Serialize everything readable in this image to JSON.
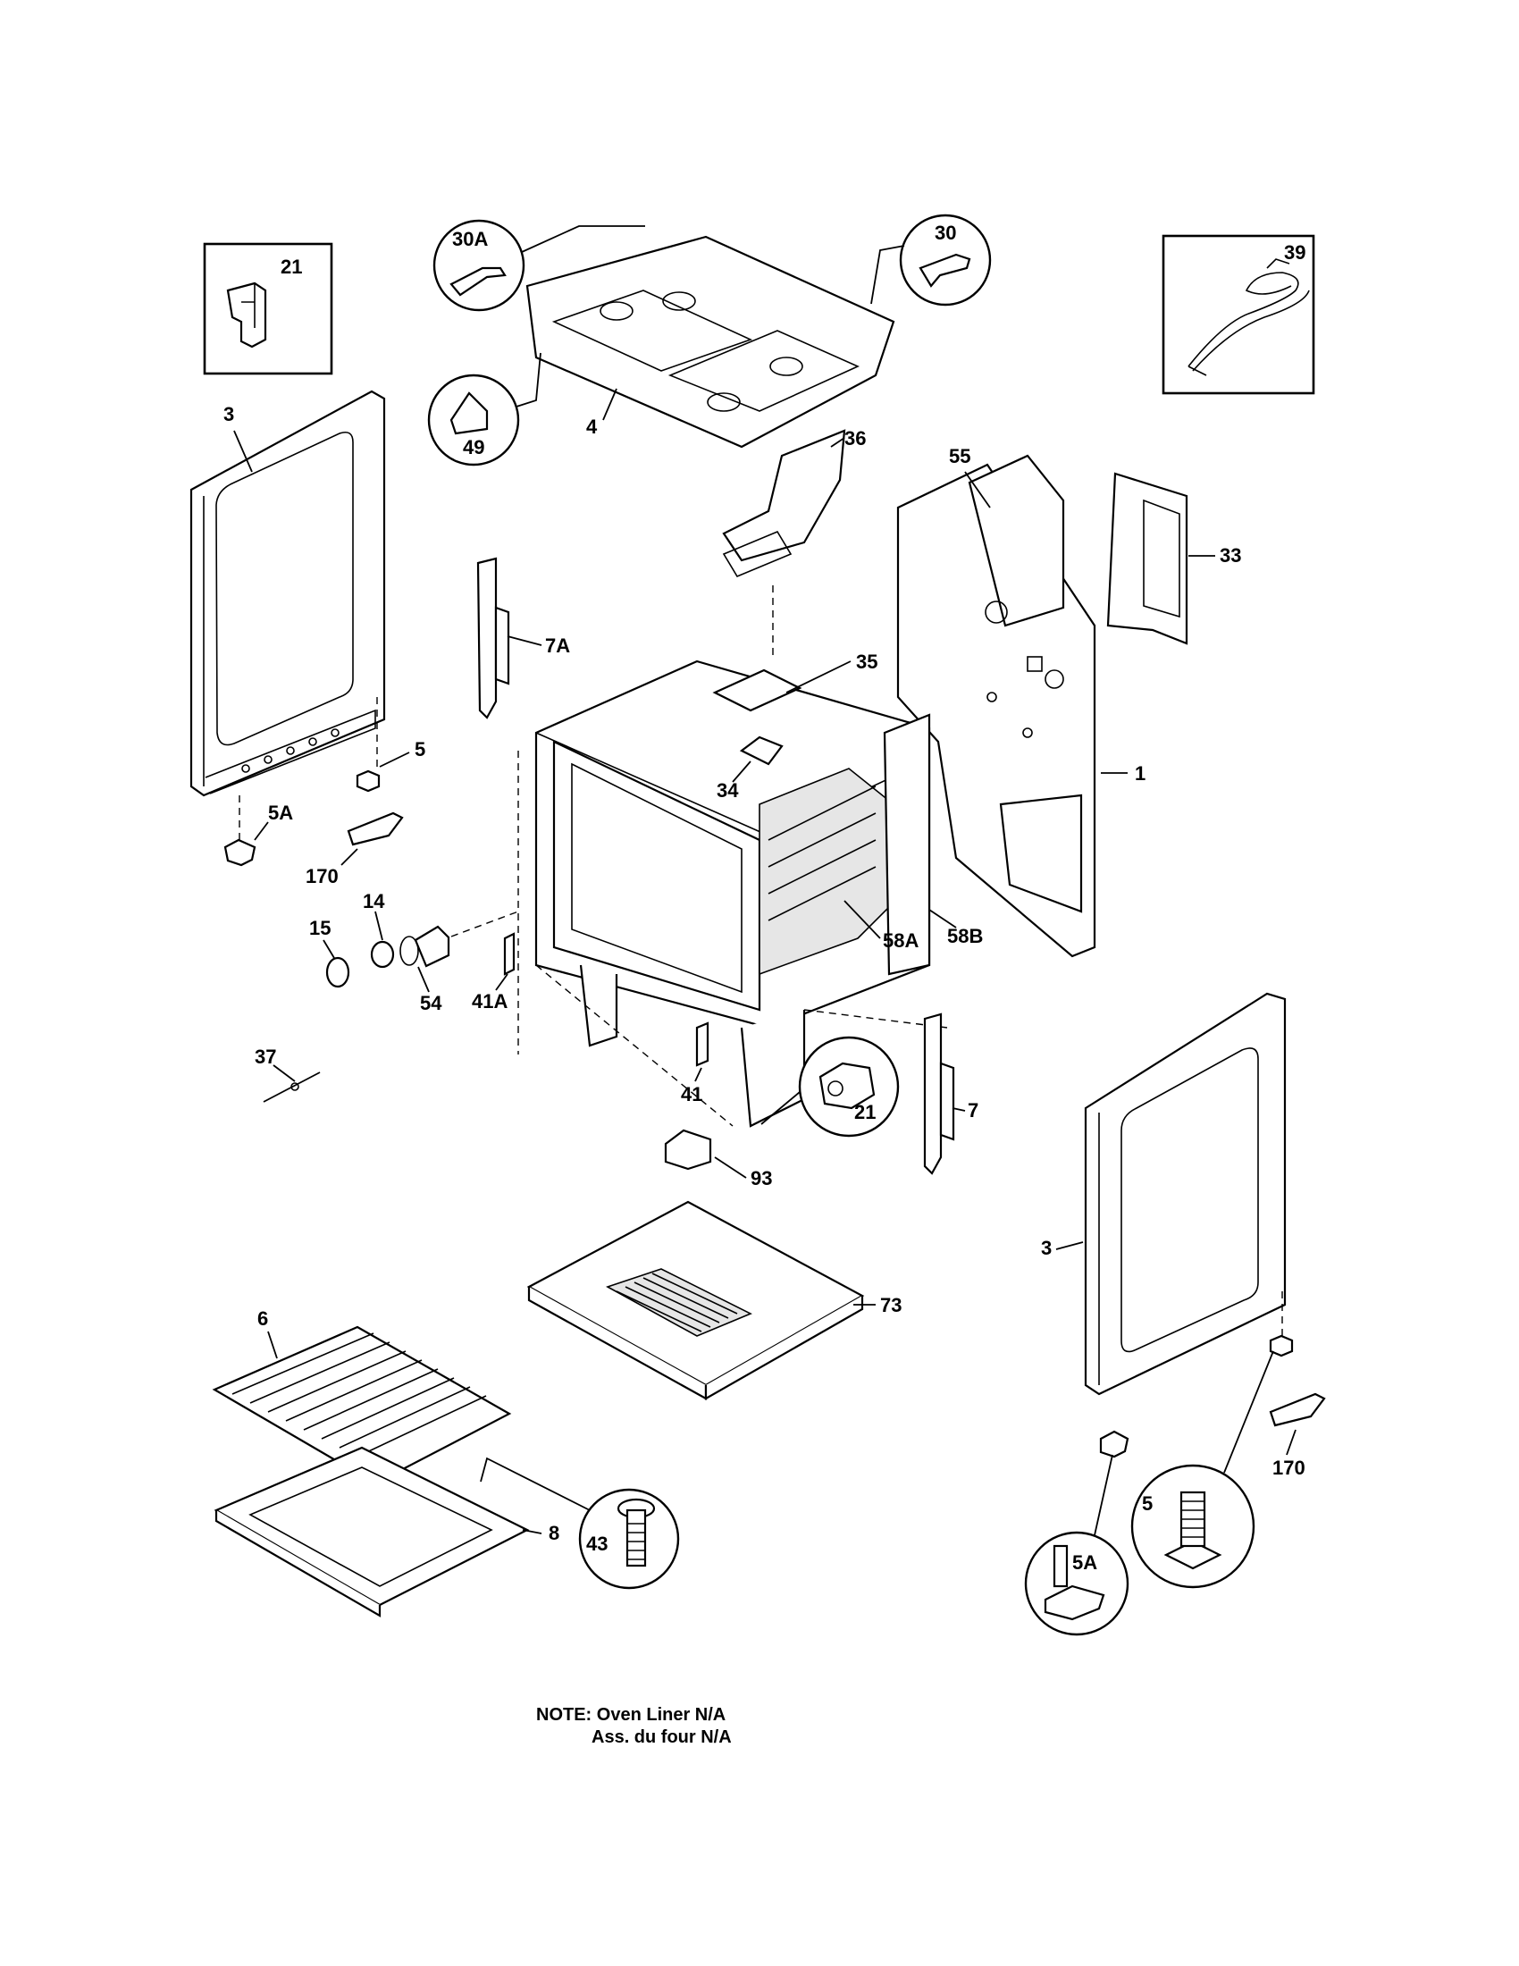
{
  "parts": {
    "p21_box": "21",
    "p30A": "30A",
    "p30": "30",
    "p39": "39",
    "p49": "49",
    "p4": "4",
    "p3_left": "3",
    "p36": "36",
    "p55": "55",
    "p33": "33",
    "p7A": "7A",
    "p35": "35",
    "p34": "34",
    "p1": "1",
    "p5_left": "5",
    "p5A_left": "5A",
    "p170_left": "170",
    "p14": "14",
    "p15": "15",
    "p54": "54",
    "p41A": "41A",
    "p58A": "58A",
    "p58B": "58B",
    "p37": "37",
    "p41": "41",
    "p21_circle": "21",
    "p7": "7",
    "p93": "93",
    "p73": "73",
    "p3_right": "3",
    "p6": "6",
    "p43": "43",
    "p8": "8",
    "p170_right": "170",
    "p5_right": "5",
    "p5A_right": "5A"
  },
  "note": {
    "line1": "NOTE: Oven Liner N/A",
    "line2": "Ass. du four N/A"
  }
}
